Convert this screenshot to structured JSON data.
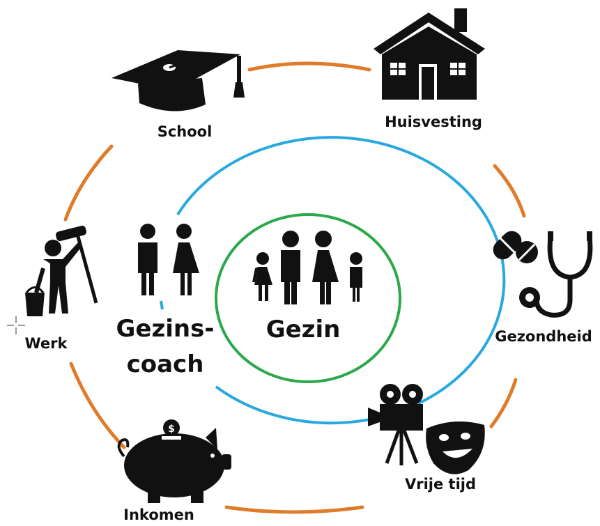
{
  "colors": {
    "outer_ring": "#e07b2a",
    "middle_ring": "#29a8e0",
    "inner_ring": "#2aa84a",
    "icon": "#111111"
  },
  "center": {
    "label": "Gezin",
    "icon": "family-icon"
  },
  "coach": {
    "label_line1": "Gezins-",
    "label_line2": "coach",
    "icon": "couple-icon"
  },
  "nodes": [
    {
      "id": "school",
      "label": "School",
      "icon": "graduation-cap-icon"
    },
    {
      "id": "huisvesting",
      "label": "Huisvesting",
      "icon": "house-icon"
    },
    {
      "id": "gezondheid",
      "label": "Gezondheid",
      "icon": "pills-stethoscope-icon"
    },
    {
      "id": "vrije-tijd",
      "label": "Vrije tijd",
      "icon": "film-camera-theater-mask-icon"
    },
    {
      "id": "inkomen",
      "label": "Inkomen",
      "icon": "piggy-bank-icon"
    },
    {
      "id": "werk",
      "label": "Werk",
      "icon": "worker-paint-roller-icon"
    }
  ]
}
